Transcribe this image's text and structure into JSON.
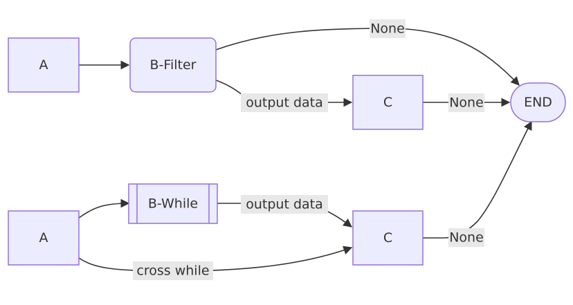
{
  "nodes": {
    "a_top": "A",
    "b_filter": "B-Filter",
    "c_top": "C",
    "end": "END",
    "a_bottom": "A",
    "b_while": "B-While",
    "c_bottom": "C"
  },
  "edges": {
    "b_filter_to_end": "None",
    "b_filter_to_c": "output data",
    "c_top_to_end": "None",
    "b_while_to_c": "output data",
    "a_to_c_bottom": "cross while",
    "c_bottom_to_end": "None"
  },
  "colors": {
    "node_fill": "#ECECFF",
    "node_stroke": "#9370DB",
    "edge_stroke": "#333333",
    "label_bg": "#e8e8e8"
  }
}
